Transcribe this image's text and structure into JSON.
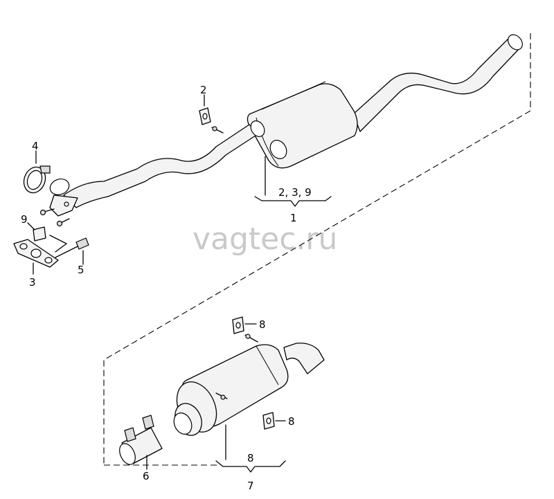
{
  "watermark": "vagtec.ru",
  "callouts": {
    "p2": "2",
    "p4": "4",
    "p9": "9",
    "p3": "3",
    "p5": "5",
    "group1_items": "2, 3, 9",
    "group1": "1",
    "p8_top": "8",
    "p8_mid": "8",
    "group7_items": "8",
    "group7": "7",
    "p6": "6"
  },
  "parts": [
    "front-pipe-with-center-silencer",
    "rubber-mount",
    "flange-gasket",
    "hose-clamp",
    "flange-bolt",
    "clamping-sleeve",
    "rear-silencer",
    "rubber-mount",
    "gasket"
  ]
}
